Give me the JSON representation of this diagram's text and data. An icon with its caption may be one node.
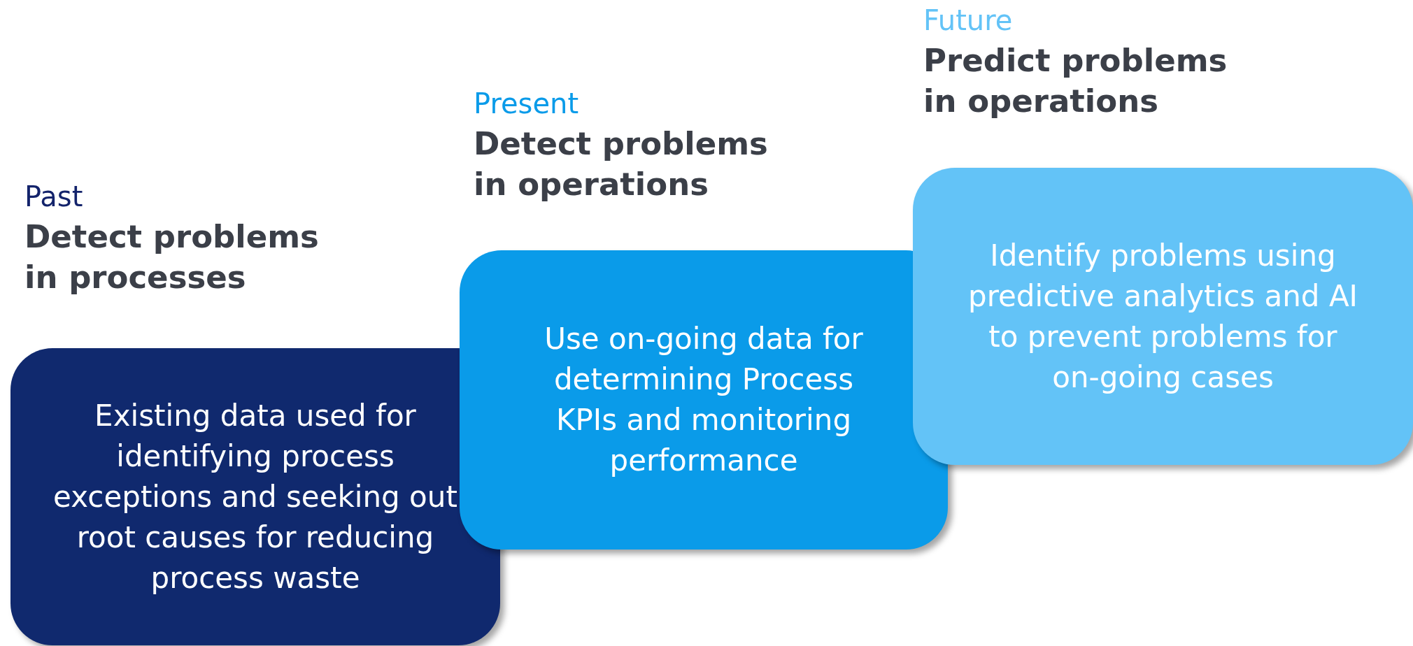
{
  "diagram": {
    "nodes": [
      {
        "text": [
          "Past",
          "Detect problems in processes",
          "Existing data used for identifying process exceptions and seeking out root causes for reducing process waste"
        ]
      },
      {
        "text": [
          "Present",
          "Detect problems in operations",
          "Use on-going data for determining Process KPIs and monitoring performance"
        ]
      },
      {
        "text": [
          "Future",
          "Predict problems in operations",
          "Identify problems using predictive analytics and AI to prevent problems for on-going cases"
        ]
      }
    ]
  }
}
